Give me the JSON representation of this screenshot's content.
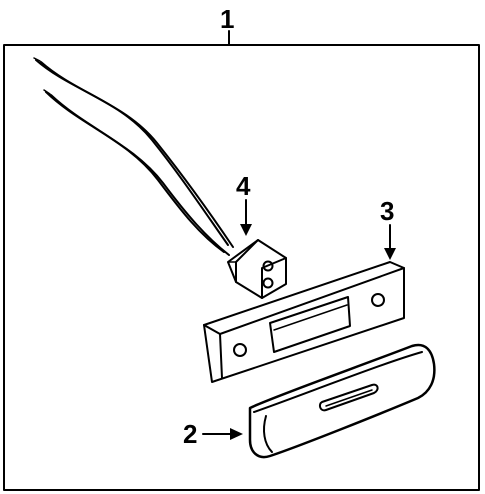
{
  "callouts": {
    "assembly": "1",
    "lens": "2",
    "gasket": "3",
    "socket": "4"
  },
  "colors": {
    "ink": "#000000",
    "background": "#ffffff"
  }
}
